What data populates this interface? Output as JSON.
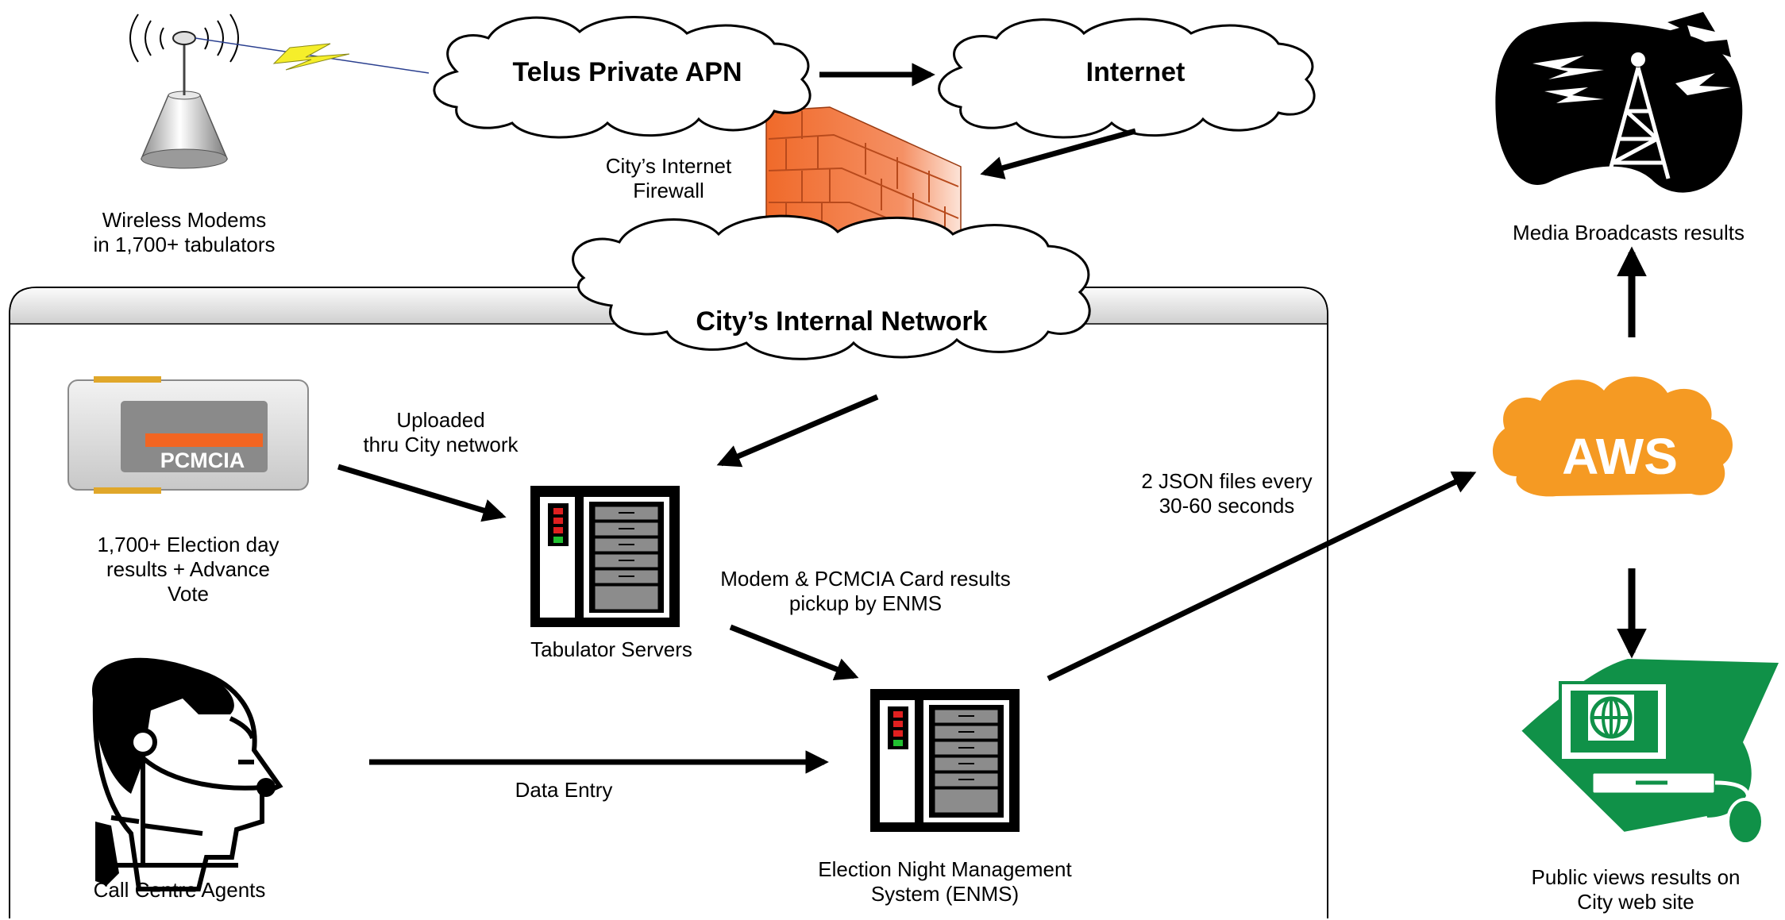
{
  "clouds": {
    "telus": "Telus Private APN",
    "internet": "Internet",
    "internal": "City’s Internal Network",
    "aws": "AWS"
  },
  "labels": {
    "modems": [
      "Wireless Modems",
      "in 1,700+ tabulators"
    ],
    "firewall": [
      "City’s Internet",
      "Firewall"
    ],
    "media": "Media Broadcasts results",
    "uploaded": [
      "Uploaded",
      "thru City network"
    ],
    "pcmcia_card": "PCMCIA",
    "election_results": [
      "1,700+ Election day",
      "results + Advance",
      "Vote"
    ],
    "tabulator_servers": "Tabulator Servers",
    "pickup": [
      "Modem & PCMCIA Card results",
      "pickup by ENMS"
    ],
    "json": [
      "2 JSON files every",
      "30-60 seconds"
    ],
    "data_entry": "Data Entry",
    "call_centre": "Call Centre Agents",
    "enms": [
      "Election Night Management",
      "System (ENMS)"
    ],
    "public": [
      "Public views results on",
      "City web site"
    ]
  },
  "colors": {
    "firewall_orange": "#f07a3c",
    "aws_orange": "#f59a23",
    "web_green": "#109148",
    "pcmcia_orange": "#f26522",
    "lightning_yellow": "#f5ee2a"
  }
}
